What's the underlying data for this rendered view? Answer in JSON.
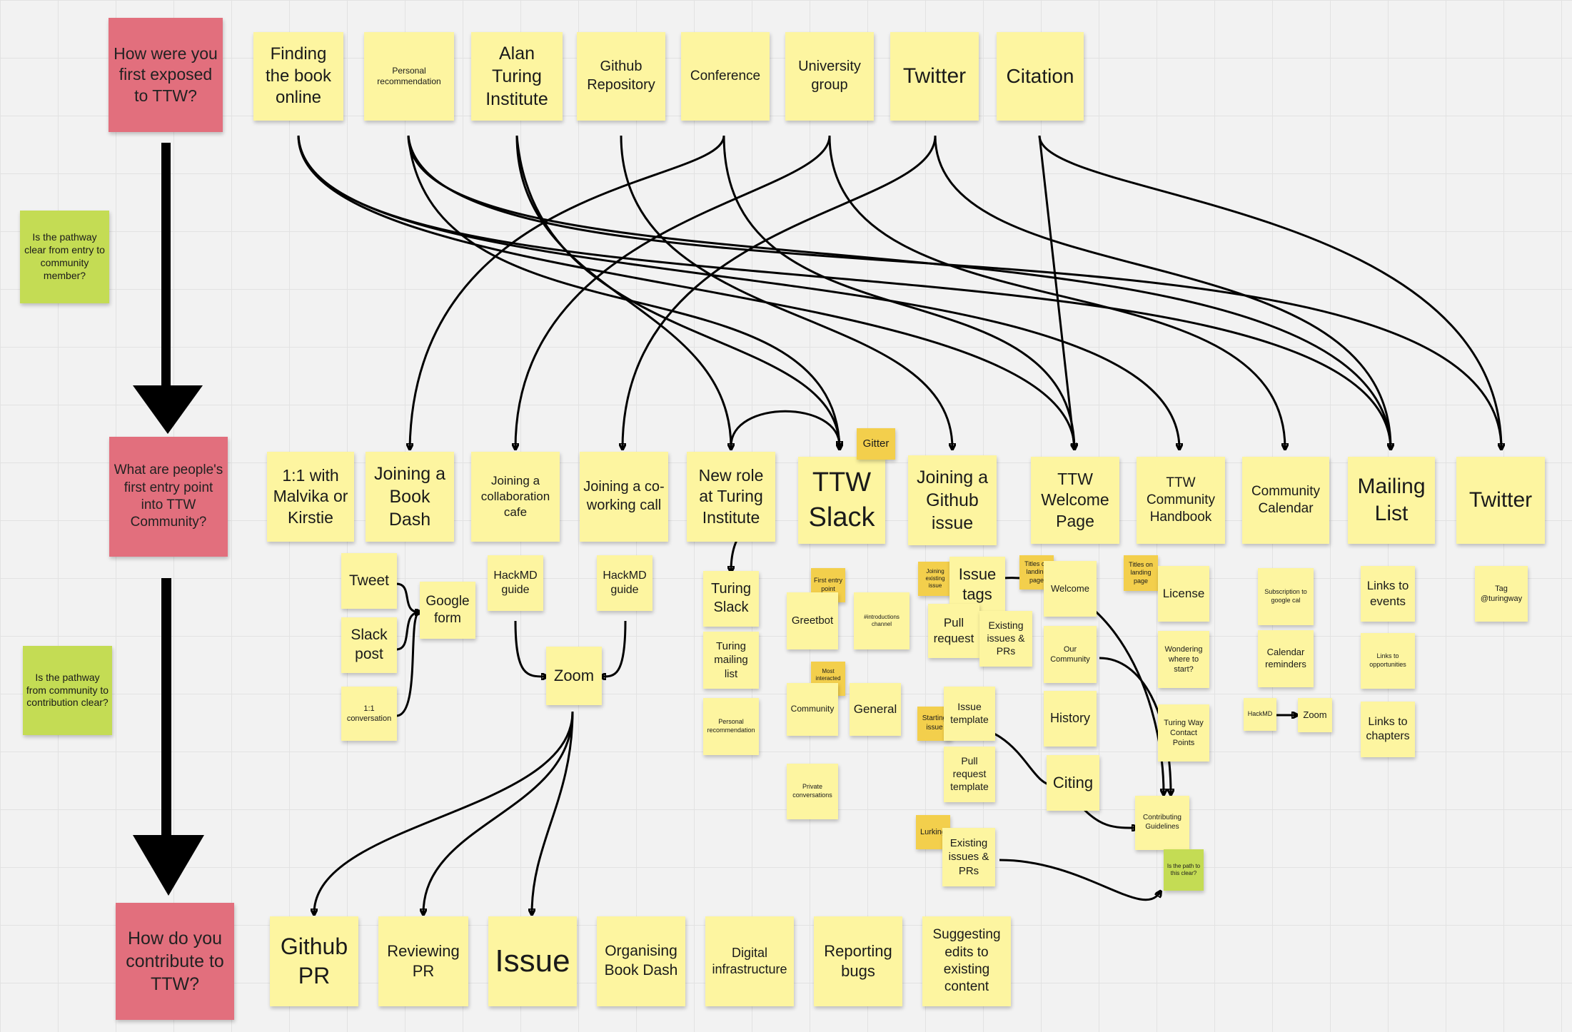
{
  "board": {
    "colors": {
      "yellow": "#fdf5a0",
      "red": "#e26f7d",
      "green": "#c4dc54",
      "orange": "#f3cf4c",
      "background": "#f2f2f2",
      "arrow": "#000000"
    },
    "questions": {
      "exposure": "How were you first exposed to TTW?",
      "entry_point": "What are people's first entry point into  TTW Community?",
      "contribute": "How do you contribute to TTW?",
      "pathway_entry": "Is the pathway clear from entry to community member?",
      "pathway_contribution": "Is the pathway from community to contribution clear?"
    },
    "exposure_sources": {
      "finding_book": "Finding the book online",
      "personal_recommendation": "Personal recommendation",
      "alan_turing": "Alan Turing Institute",
      "github_repo": "Github Repository",
      "conference": "Conference",
      "university_group": "University group",
      "twitter": "Twitter",
      "citation": "Citation"
    },
    "entry_points": {
      "malvika_kirstie": "1:1 with Malvika or Kirstie",
      "book_dash": "Joining a Book Dash",
      "collab_cafe": "Joining a collaboration cafe",
      "coworking_call": "Joining a co-working call",
      "new_role": "New role at Turing Institute",
      "ttw_slack": "TTW Slack",
      "github_issue": "Joining a Github issue",
      "welcome_page": "TTW Welcome Page",
      "community_handbook": "TTW Community Handbook",
      "community_calendar": "Community Calendar",
      "mailing_list": "Mailing List",
      "twitter": "Twitter",
      "gitter": "Gitter"
    },
    "details": {
      "tweet": "Tweet",
      "slack_post": "Slack post",
      "one_to_one": "1:1 conversation",
      "google_form": "Google form",
      "hackmd_cafe": "HackMD guide",
      "hackmd_cowork": "HackMD guide",
      "zoom": "Zoom",
      "turing_slack": "Turing Slack",
      "turing_mailing": "Turing mailing list",
      "personal_rec_small": "Personal recommendation",
      "first_entry": "First entry point",
      "greetbot": "Greetbot",
      "introductions": "#introductions channel",
      "most_interacted": "Most interacted with",
      "community": "Community",
      "general": "General",
      "private_conversations": "Private conversations",
      "joining_existing_issue": "Joining existing issue",
      "issue_tags": "Issue tags",
      "pull_request": "Pull request",
      "existing_issues_prs": "Existing issues & PRs",
      "starting_issue": "Starting issue",
      "issue_template": "Issue template",
      "pr_template": "Pull request template",
      "lurking": "Lurking",
      "existing_issues_prs_2": "Existing issues & PRs",
      "titles_landing_1": "Titles on landing page",
      "welcome": "Welcome",
      "our_community": "Our Community",
      "history": "History",
      "citing": "Citing",
      "titles_landing_2": "Titles on landing page",
      "license": "License",
      "wondering": "Wondering where to start?",
      "contact_points": "Turing Way Contact Points",
      "contributing_guidelines": "Contributing Guidelines",
      "path_clear": "Is the path to this clear?",
      "subscription": "Subscription to google cal",
      "calendar_reminders": "Calendar reminders",
      "hackmd_small": "HackMD",
      "zoom_small": "Zoom",
      "links_events": "Links to events",
      "links_opportunities": "Links to opportunities",
      "links_chapters": "Links to chapters",
      "tag_turingway": "Tag @turingway"
    },
    "contributions": {
      "github_pr": "Github PR",
      "reviewing_pr": "Reviewing PR",
      "issue": "Issue",
      "organising_book_dash": "Organising Book Dash",
      "digital_infrastructure": "Digital infrastructure",
      "reporting_bugs": "Reporting bugs",
      "suggesting_edits": "Suggesting edits to existing content"
    }
  }
}
